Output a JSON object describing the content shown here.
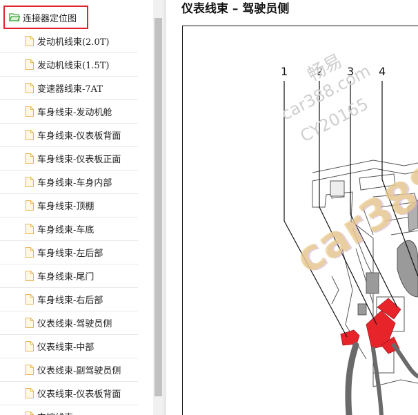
{
  "sidebar": {
    "root": {
      "label": "连接器定位图",
      "icon": "folder-open-icon"
    },
    "items": [
      {
        "label": "发动机线束(2.0T)"
      },
      {
        "label": "发动机线束(1.5T)"
      },
      {
        "label": "变速器线束-7AT"
      },
      {
        "label": "车身线束-发动机舱"
      },
      {
        "label": "车身线束-仪表板背面"
      },
      {
        "label": "车身线束-仪表板正面"
      },
      {
        "label": "车身线束-车身内部"
      },
      {
        "label": "车身线束-顶棚"
      },
      {
        "label": "车身线束-车底"
      },
      {
        "label": "车身线束-左后部"
      },
      {
        "label": "车身线束-尾门"
      },
      {
        "label": "车身线束-右后部"
      },
      {
        "label": "仪表线束-驾驶员侧"
      },
      {
        "label": "仪表线束-中部"
      },
      {
        "label": "仪表线束-副驾驶员侧"
      },
      {
        "label": "仪表线束-仪表板背面"
      },
      {
        "label": "中控线束"
      }
    ]
  },
  "content": {
    "title": "仪表线束 – 驾驶员侧",
    "callouts": [
      "1",
      "2",
      "3",
      "4"
    ],
    "watermark": {
      "line1": "畅易",
      "line2": "car388.com",
      "line3": "CY20165",
      "brand": "car388"
    }
  },
  "colors": {
    "highlight_border": "#e0232a",
    "connector_red": "#e8242b",
    "folder_green": "#3aa53a",
    "file_icon": "#e8b65a"
  }
}
